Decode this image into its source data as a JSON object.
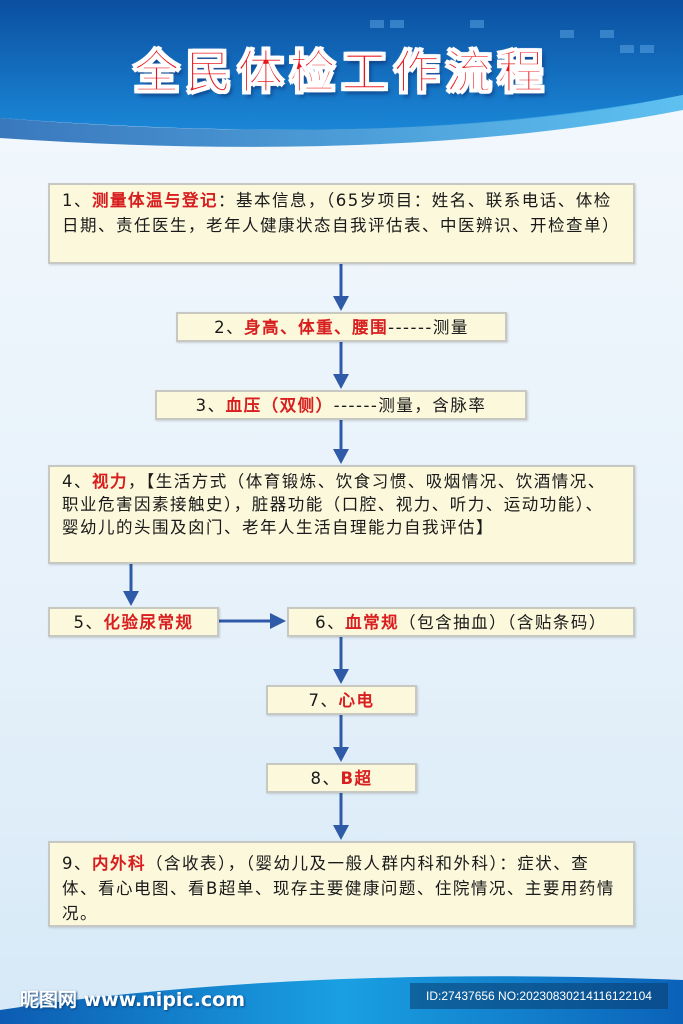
{
  "title": "全民体检工作流程",
  "steps": [
    {
      "num": "1、",
      "highlight": "测量体温与登记",
      "text": "：基本信息，（65岁项目：姓名、联系电话、体检日期、责任医生，老年人健康状态自我评估表、中医辨识、开检查单）"
    },
    {
      "num": "2、",
      "highlight": "身高、体重、腰围",
      "text": "------测量"
    },
    {
      "num": "3、",
      "highlight": "血压（双侧）",
      "text": "------测量，含脉率"
    },
    {
      "num": "4、",
      "highlight": "视力",
      "text": "，【生活方式（体育锻炼、饮食习惯、吸烟情况、饮酒情况、职业危害因素接触史），脏器功能（口腔、视力、听力、运动功能）、婴幼儿的头围及囟门、老年人生活自理能力自我评估】"
    },
    {
      "num": "5、",
      "highlight": "化验尿常规",
      "text": ""
    },
    {
      "num": "6、",
      "highlight": "血常规",
      "text": "（包含抽血）（含贴条码）"
    },
    {
      "num": "7、",
      "highlight": "心电",
      "text": ""
    },
    {
      "num": "8、",
      "highlight": "B超",
      "text": ""
    },
    {
      "num": "9、",
      "highlight": "内外科",
      "text": "（含收表），（婴幼儿及一般人群内科和外科）：症状、查体、看心电图、看B超单、现存主要健康问题、住院情况、主要用药情况。"
    }
  ],
  "footer": {
    "logo": "昵图网 www.nipic.com",
    "id": "ID:27437656 NO:20230830214116122104"
  },
  "colors": {
    "title": "#e8141b",
    "highlight": "#d81e1e",
    "box": "#fbf8dc",
    "arrow": "#2f5aa8"
  }
}
